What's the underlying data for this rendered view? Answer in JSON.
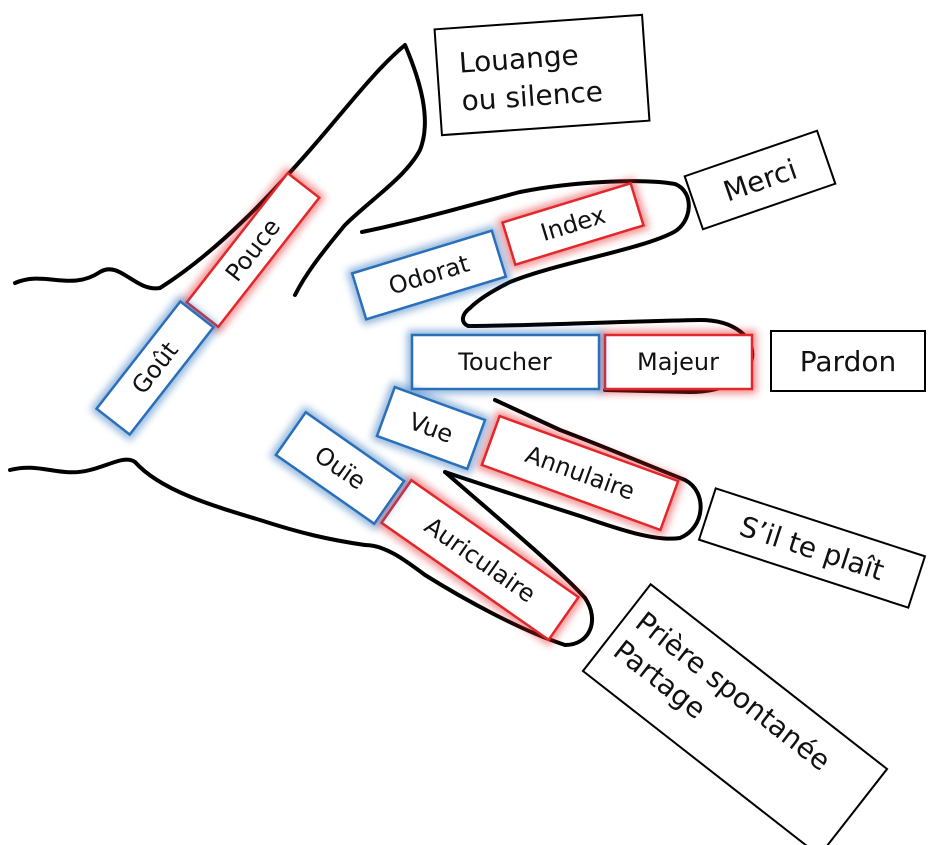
{
  "fingers": {
    "thumb": "Pouce",
    "index": "Index",
    "middle": "Majeur",
    "ring": "Annulaire",
    "little": "Auriculaire"
  },
  "senses": {
    "taste": "Goût",
    "smell": "Odorat",
    "touch": "Toucher",
    "sight": "Vue",
    "hearing": "Ouïe"
  },
  "prayers": {
    "thumb": [
      "Louange",
      "ou silence"
    ],
    "index": [
      "Merci"
    ],
    "middle": [
      "Pardon"
    ],
    "ring": [
      "S’il te plaît"
    ],
    "little": [
      "Prière spontanée",
      "Partage"
    ]
  },
  "colors": {
    "finger_box": "#e3272b",
    "sense_box": "#2a6fba",
    "outline": "#000000"
  }
}
